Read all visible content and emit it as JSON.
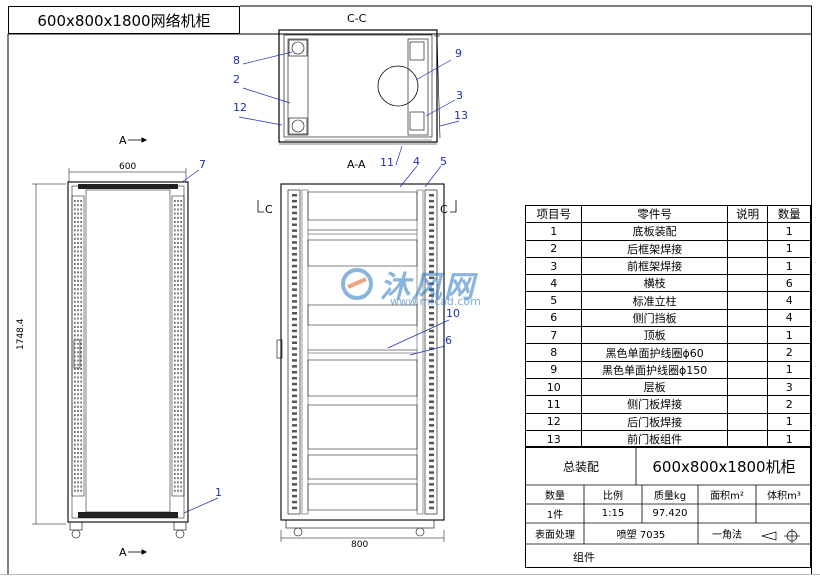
{
  "drawing_title": "600x800x1800网络机柜",
  "views": {
    "section_cc": "C-C",
    "section_aa": "A-A",
    "arrow_a_top": "A",
    "arrow_a_bottom": "A",
    "arrow_c_left": "C",
    "arrow_c_right": "C"
  },
  "dimensions": {
    "front_width": "600",
    "front_height": "1748.4",
    "side_depth": "800"
  },
  "callouts": [
    "8",
    "2",
    "12",
    "9",
    "3",
    "13",
    "11",
    "7",
    "4",
    "5",
    "10",
    "6",
    "1"
  ],
  "parts_table": {
    "headers": [
      "项目号",
      "零件号",
      "说明",
      "数量"
    ],
    "rows": [
      [
        "1",
        "底板装配",
        "",
        "1"
      ],
      [
        "2",
        "后框架焊接",
        "",
        "1"
      ],
      [
        "3",
        "前框架焊接",
        "",
        "1"
      ],
      [
        "4",
        "横枝",
        "",
        "6"
      ],
      [
        "5",
        "标准立柱",
        "",
        "4"
      ],
      [
        "6",
        "侧门挡板",
        "",
        "4"
      ],
      [
        "7",
        "顶板",
        "",
        "1"
      ],
      [
        "8",
        "黑色单面护线圈ϕ60",
        "",
        "2"
      ],
      [
        "9",
        "黑色单面护线圈ϕ150",
        "",
        "1"
      ],
      [
        "10",
        "层板",
        "",
        "3"
      ],
      [
        "11",
        "侧门板焊接",
        "",
        "2"
      ],
      [
        "12",
        "后门板焊接",
        "",
        "1"
      ],
      [
        "13",
        "前门板组件",
        "",
        "1"
      ]
    ]
  },
  "title_block": {
    "assembly_label": "总装配",
    "assembly_name": "600x800x1800机柜",
    "qty_label": "数量",
    "scale_label": "比例",
    "mass_label": "质量kg",
    "area_label": "面积m²",
    "volume_label": "体积m³",
    "qty_value": "1件",
    "scale_value": "1:15",
    "mass_value": "97.420",
    "surface_label": "表面处理",
    "surface_value": "喷塑 7035",
    "projection_label": "一角法",
    "group_label": "组件"
  },
  "watermark": {
    "text": "沐风网",
    "url": "www.mfcad.com"
  },
  "colors": {
    "callout": "#1f2fb4",
    "line": "#000000",
    "watermark": "#2a78c2"
  }
}
